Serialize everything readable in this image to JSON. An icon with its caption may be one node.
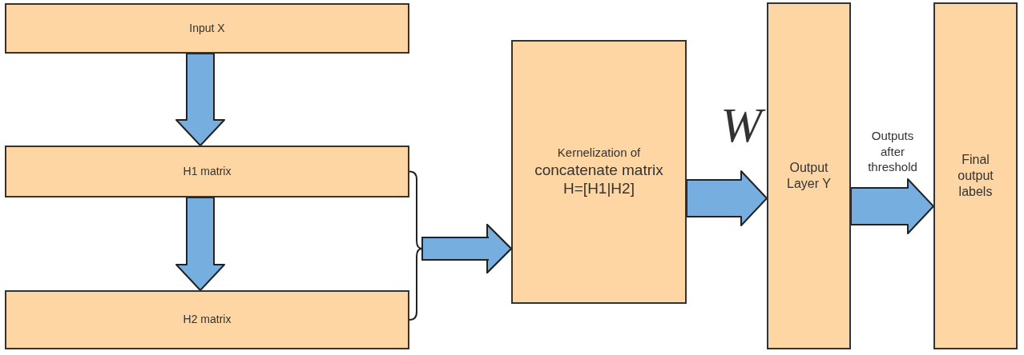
{
  "diagram": {
    "nodes": [
      {
        "text": [
          "Input X"
        ]
      },
      {
        "text": [
          "H1 matrix"
        ]
      },
      {
        "text": [
          "H2 matrix"
        ]
      },
      {
        "text": [
          "Kernelization of",
          "concatenate matrix H=[H1|H2]"
        ]
      },
      {
        "text": [
          "Output Layer Y"
        ]
      },
      {
        "text": [
          "Final output labels"
        ]
      }
    ],
    "edges": [
      {
        "from": 0,
        "to": 1,
        "arrow": "to"
      },
      {
        "from": 1,
        "to": 2,
        "arrow": "to"
      },
      {
        "from": 1,
        "to": 3,
        "arrow": "to"
      },
      {
        "from": 2,
        "to": 3,
        "arrow": "to"
      },
      {
        "from": 3,
        "to": 4,
        "arrow": "to",
        "label": "W"
      },
      {
        "from": 4,
        "to": 5,
        "arrow": "to",
        "label": "Outputs after threshold"
      }
    ]
  }
}
